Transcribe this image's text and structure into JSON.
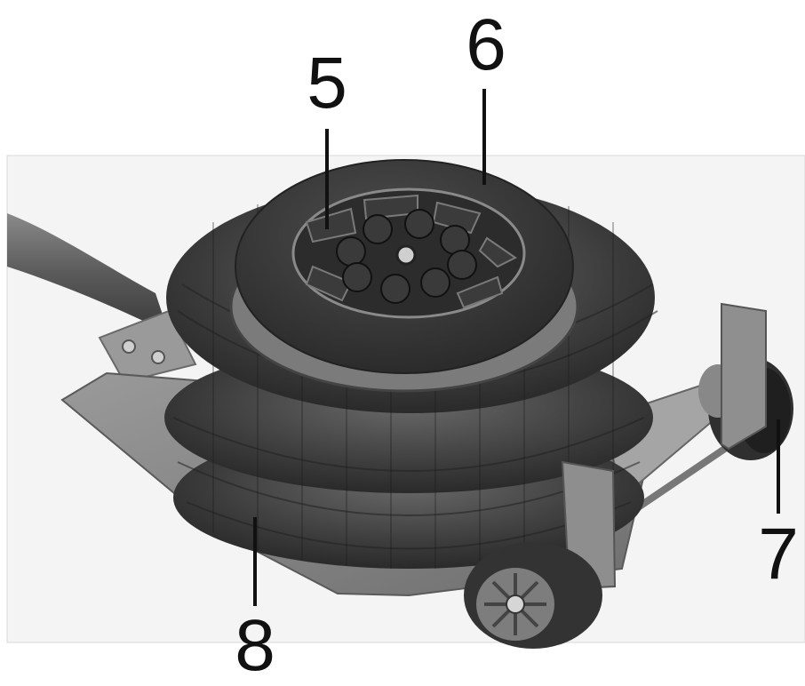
{
  "callouts": [
    {
      "label": "5"
    },
    {
      "label": "6"
    },
    {
      "label": "7"
    },
    {
      "label": "8"
    }
  ],
  "colors": {
    "rubber_dark": "#3a3a3a",
    "rubber_mid": "#555555",
    "plate_gray": "#8a8a8a",
    "frame_gray": "#a0a0a0",
    "background": "#ffffff"
  }
}
